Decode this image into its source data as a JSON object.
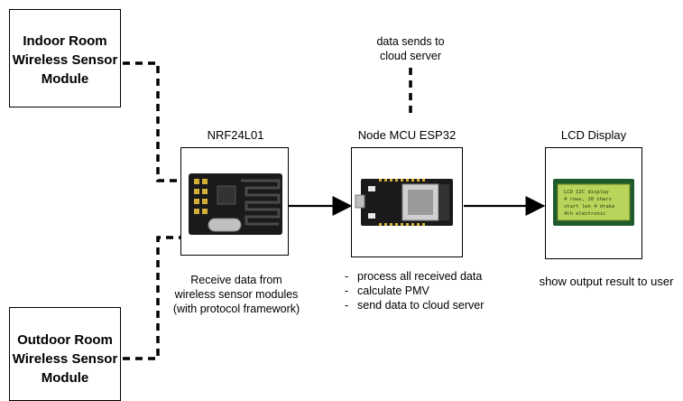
{
  "indoor_module": {
    "line1": "Indoor Room",
    "line2": "Wireless Sensor",
    "line3": "Module"
  },
  "outdoor_module": {
    "line1": "Outdoor Room",
    "line2": "Wireless Sensor",
    "line3": "Module"
  },
  "nrf": {
    "title": "NRF24L01",
    "description": [
      "Receive data from",
      "wireless sensor modules",
      "(with protocol framework)"
    ]
  },
  "esp32": {
    "title": "Node MCU ESP32",
    "tasks": [
      "process all received data",
      "calculate PMV",
      "send data to cloud server"
    ]
  },
  "cloud": {
    "line1": "data sends to",
    "line2": "cloud server"
  },
  "lcd": {
    "title": "LCD Display",
    "description": "show output result to user",
    "screen_lines": [
      "LCD I2C display",
      "4 rows, 20 chars",
      "start len 4 drake",
      "4th electronic"
    ]
  },
  "colors": {
    "line": "#000000",
    "board_blue": "#1d4e8f",
    "board_dark": "#1a1a1a",
    "lcd_green": "#b9d45a"
  }
}
